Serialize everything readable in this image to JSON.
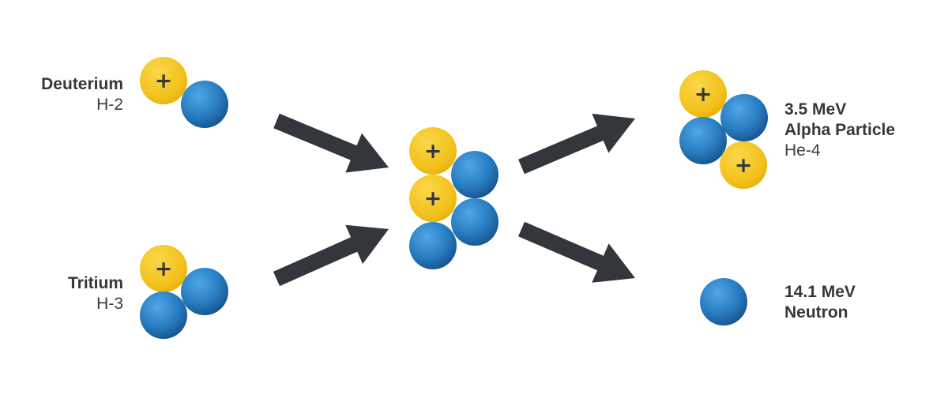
{
  "colors": {
    "proton": "#f5c518",
    "proton_edge": "#e2a800",
    "neutron": "#2a7fc4",
    "neutron_dark": "#114f85",
    "arrow": "#33363b",
    "text": "#34373c"
  },
  "reactants": [
    {
      "name": "Deuterium",
      "symbol": "H-2"
    },
    {
      "name": "Tritium",
      "symbol": "H-3"
    }
  ],
  "products": [
    {
      "energy": "3.5 MeV",
      "name": "Alpha Particle",
      "symbol": "He-4"
    },
    {
      "energy": "14.1 MeV",
      "name": "Neutron"
    }
  ],
  "proton_glyph": "+"
}
